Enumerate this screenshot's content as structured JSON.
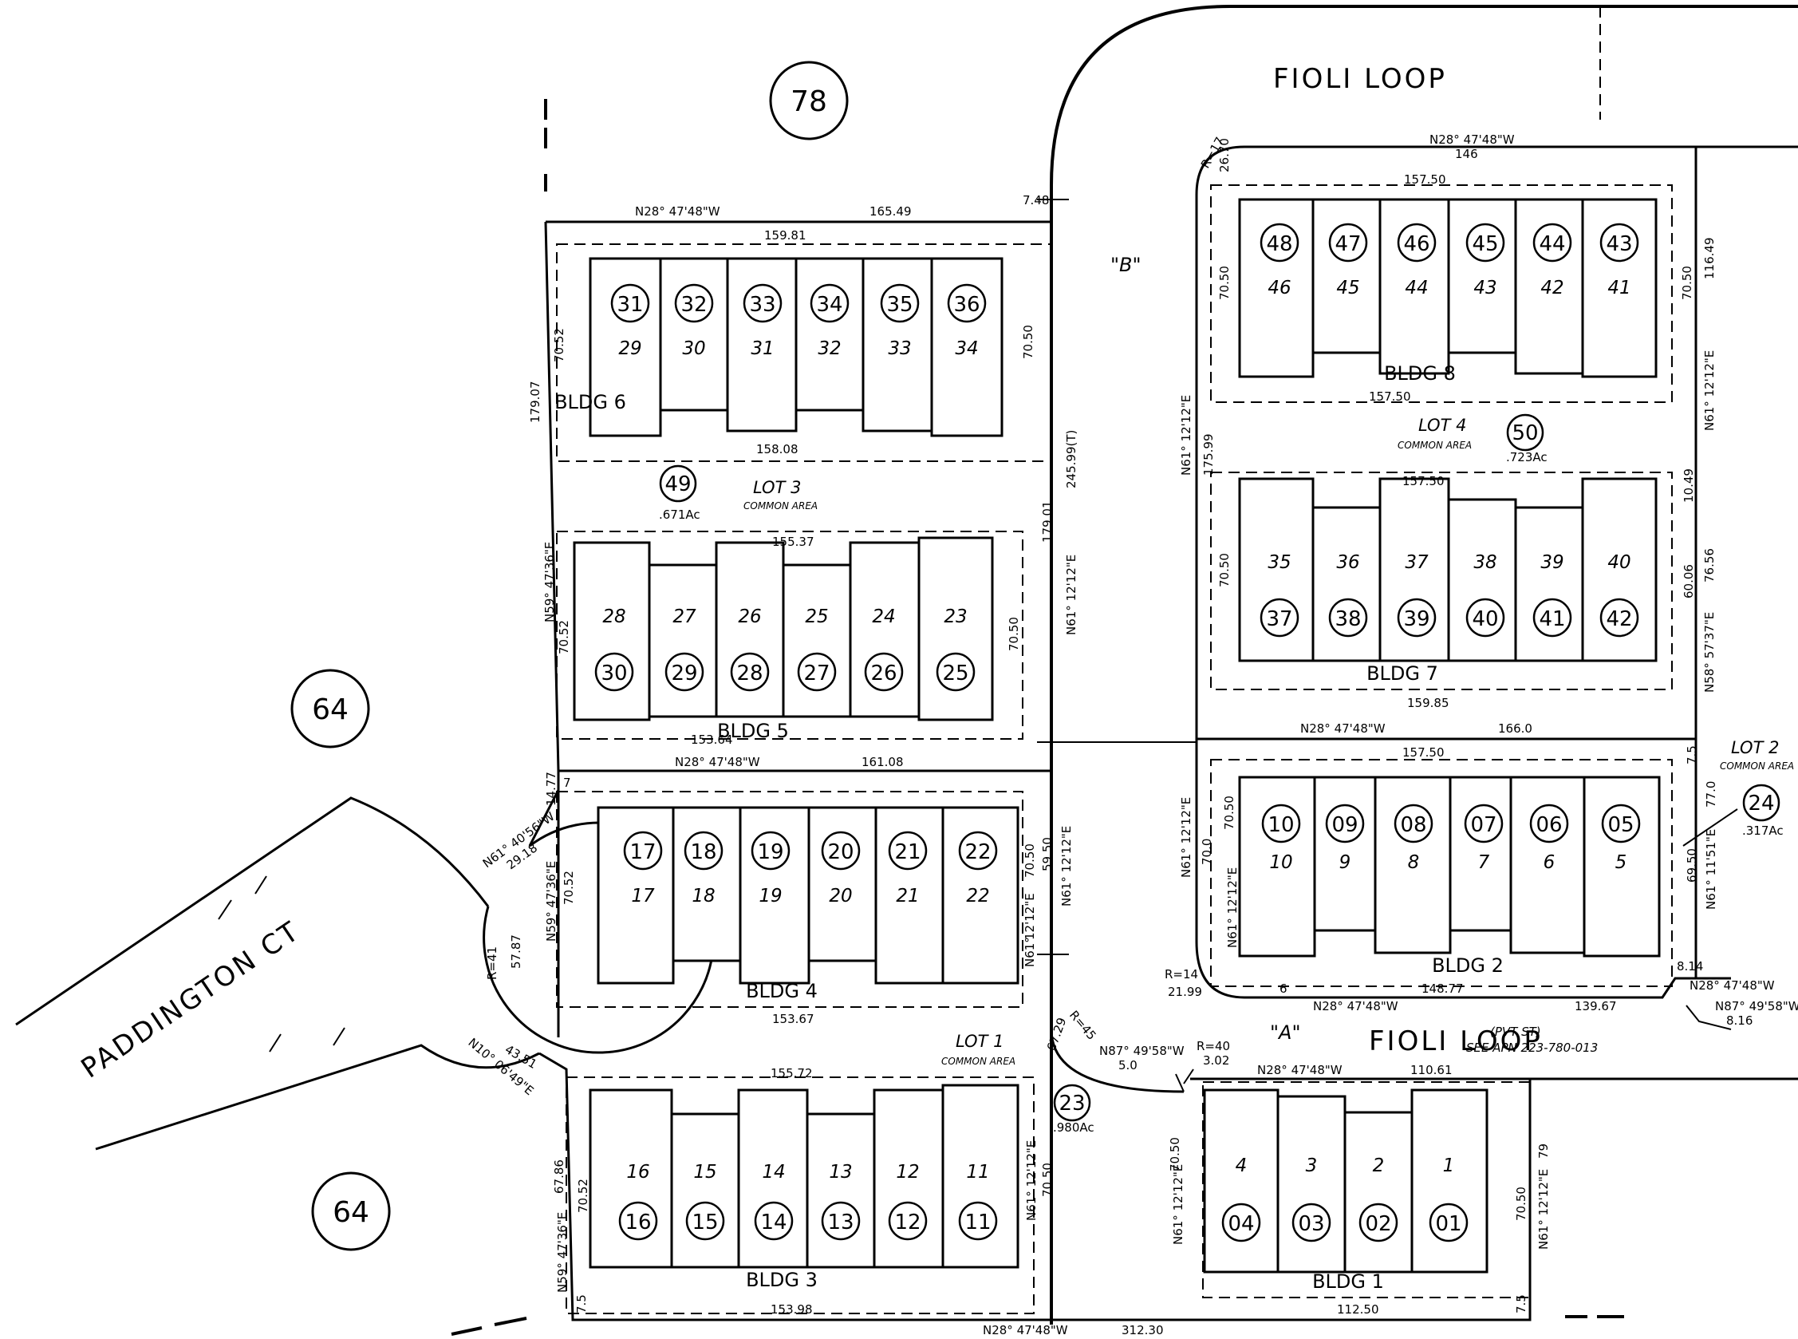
{
  "streets": {
    "fioli_loop_top": "FIOLI   LOOP",
    "fioli_loop_bottom": "FIOLI   LOOP",
    "pvt_st": "(PVT ST)",
    "see_apn": "SEE  APN   223-780-013",
    "paddington_ct": "PADDINGTON     CT"
  },
  "labels": {
    "b_label": "\"B\"",
    "a_label": "\"A\""
  },
  "map_numbers": {
    "m78": "78",
    "m64_upper": "64",
    "m64_lower": "64"
  },
  "lots": {
    "lot1": {
      "name": "LOT  1",
      "sub": "COMMON AREA",
      "apn": "23",
      "acres": ".980Ac"
    },
    "lot2": {
      "name": "LOT  2",
      "sub": "COMMON AREA",
      "apn": "24",
      "acres": ".317Ac"
    },
    "lot3": {
      "name": "LOT  3",
      "sub": "COMMON AREA",
      "apn": "49",
      "acres": ".671Ac"
    },
    "lot4": {
      "name": "LOT  4",
      "sub": "COMMON AREA",
      "apn": "50",
      "acres": ".723Ac"
    }
  },
  "buildings": [
    {
      "label": "BLDG  1",
      "units": [
        "4",
        "3",
        "2",
        "1"
      ],
      "apns": [
        "04",
        "03",
        "02",
        "01"
      ]
    },
    {
      "label": "BLDG  2",
      "units": [
        "10",
        "9",
        "8",
        "7",
        "6",
        "5"
      ],
      "apns": [
        "10",
        "09",
        "08",
        "07",
        "06",
        "05"
      ]
    },
    {
      "label": "BLDG  3",
      "units": [
        "16",
        "15",
        "14",
        "13",
        "12",
        "11"
      ],
      "apns": [
        "16",
        "15",
        "14",
        "13",
        "12",
        "11"
      ]
    },
    {
      "label": "BLDG  4",
      "units": [
        "17",
        "18",
        "19",
        "20",
        "21",
        "22"
      ],
      "apns": [
        "17",
        "18",
        "19",
        "20",
        "21",
        "22"
      ]
    },
    {
      "label": "BLDG  5",
      "units": [
        "28",
        "27",
        "26",
        "25",
        "24",
        "23"
      ],
      "apns": [
        "30",
        "29",
        "28",
        "27",
        "26",
        "25"
      ]
    },
    {
      "label": "BLDG  6",
      "units": [
        "29",
        "30",
        "31",
        "32",
        "33",
        "34"
      ],
      "apns": [
        "31",
        "32",
        "33",
        "34",
        "35",
        "36"
      ]
    },
    {
      "label": "BLDG  7",
      "units": [
        "35",
        "36",
        "37",
        "38",
        "39",
        "40"
      ],
      "apns": [
        "37",
        "38",
        "39",
        "40",
        "41",
        "42"
      ]
    },
    {
      "label": "BLDG  8",
      "units": [
        "46",
        "45",
        "44",
        "43",
        "42",
        "41"
      ],
      "apns": [
        "48",
        "47",
        "46",
        "45",
        "44",
        "43"
      ]
    }
  ],
  "dimensions": {
    "d_n28_top6": "N28° 47'48\"W",
    "d_16549": "165.49",
    "d_748": "7.48",
    "d_15981": "159.81",
    "d_17907": "179.07",
    "d_7052_b6l": "70.52",
    "d_7050_b6r": "70.50",
    "d_15808": "158.08",
    "d_24599": "245.99(T)",
    "d_17901": "179.01",
    "d_n61_mid": "N61° 12'12\"E",
    "d_n59_upper": "N59° 47'36\"E",
    "d_15537": "155.37",
    "d_7052_b5l": "70.52",
    "d_7050_b5r": "70.50",
    "d_15364": "153.64",
    "d_n28_b5": "N28° 47'48\"W",
    "d_16108": "161.08",
    "d_1477": "14.77",
    "d_7": "7",
    "d_n61_40": "N61° 40'56\"W",
    "d_2918": "29.18",
    "d_n59_b4": "N59° 47'36\"E",
    "d_7052_b4": "70.52",
    "d_7050_b4": "70.50",
    "d_5950": "59.50",
    "d_n61_b4r": "N61° 12'12\"E",
    "d_n61_b4r2": "N61°",
    "d_121212": "12'12\"E",
    "d_15367": "153.67",
    "d_r41": "R=41",
    "d_5787": "57.87",
    "d_4351": "43.51",
    "d_n10": "N10° 06'49\"E",
    "d_6786": "67.86",
    "d_n59_b3": "N59° 47'36\"E",
    "d_7052_b3": "70.52",
    "d_15572": "155.72",
    "d_n61_b3r": "N61° 12'12\"E",
    "d_7050_b3r": "70.50",
    "d_15398": "153.98",
    "d_75_b3l": "7.5",
    "d_n28_bottom": "N28° 47'48\"W",
    "d_31230": "312.30",
    "d_r45": "R=45",
    "d_6729": "67.29",
    "d_n87_a": "N87° 49'58\"W",
    "d_50": "5.0",
    "d_r40": "R=40",
    "d_302": "3.02",
    "d_n28_b1": "N28° 47'48\"W",
    "d_11061": "110.61",
    "d_n61_b1l": "N61° 12'12\"E",
    "d_7050_b1l": "70.50",
    "d_79": "79",
    "d_7050_b1r": "70.50",
    "d_n61_b1r": "N61° 12'12\"E",
    "d_11250": "112.50",
    "d_75_b1r": "7.5",
    "d_r14": "R=14",
    "d_2199": "21.99",
    "d_6": "6",
    "d_n28_b2": "N28° 47'48\"W",
    "d_14877": "148.77",
    "d_13967": "139.67",
    "d_814": "8.14",
    "d_n28_lot2": "N28° 47'48\"W",
    "d_n87_lot2": "N87° 49'58\"W",
    "d_816": "8.16",
    "d_n61_b2l": "N61° 12'12\"E",
    "d_700": "70.0",
    "d_n61_b2l2": "N61° 12'12\"E",
    "d_7050_b2": "70.50",
    "d_15750_b2": "157.50",
    "d_n28_b7": "N28° 47'48\"W",
    "d_1660": "166.0",
    "d_75_lot2": "7.5",
    "d_770": "77.0",
    "d_6950": "69.50",
    "d_n61_11": "N61° 11'51\"E",
    "d_15985": "159.85",
    "d_7050_b7": "70.50",
    "d_15750_b7": "157.50",
    "d_1049": "10.49",
    "d_6006": "60.06",
    "d_7656": "76.56",
    "d_n58": "N58° 57'37\"E",
    "d_17599": "175.99",
    "d_n61_left8": "N61° 12'12\"E",
    "d_7050_b8": "70.50",
    "d_15750_b8bot": "157.50",
    "d_15750_b8top": "157.50",
    "d_n28_top8": "N28° 47'48\"W",
    "d_146": "146",
    "d_r17": "R=17",
    "d_2670": "26.70",
    "d_11649": "116.49",
    "d_7050_b8r": "70.50",
    "d_n61_b8r": "N61° 12'12\"E"
  }
}
